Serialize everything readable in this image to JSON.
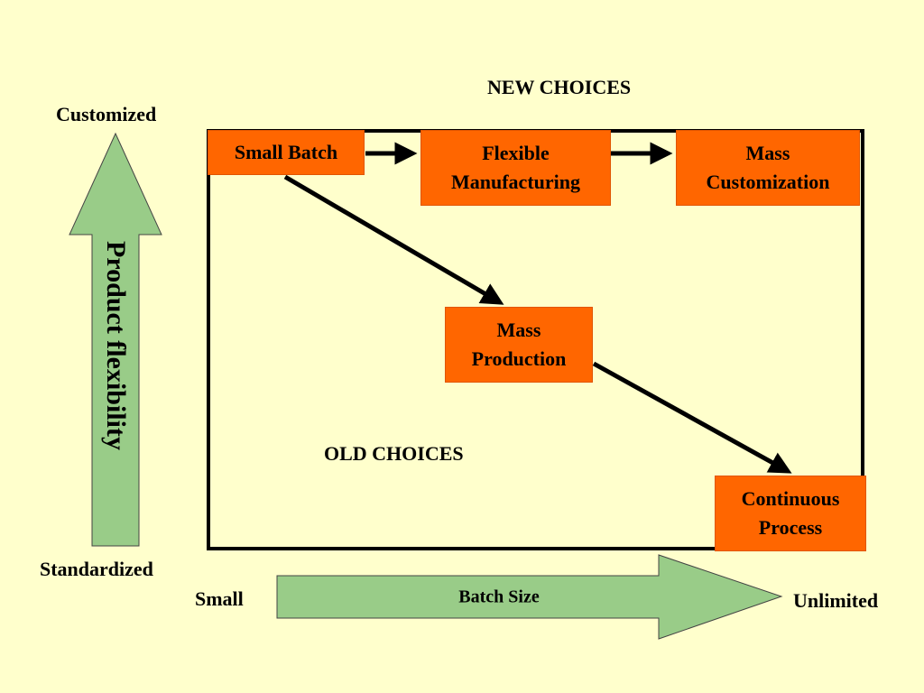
{
  "colors": {
    "background": "#FFFFCC",
    "box_fill": "#FF6600",
    "arrow_fill": "#99CC88"
  },
  "header": {
    "new_choices": "NEW CHOICES",
    "old_choices": "OLD CHOICES"
  },
  "y_axis": {
    "top_label": "Customized",
    "bottom_label": "Standardized",
    "arrow_label": "Product flexibility"
  },
  "x_axis": {
    "left_label": "Small",
    "right_label": "Unlimited",
    "arrow_label": "Batch Size"
  },
  "nodes": {
    "small_batch": "Small Batch",
    "flexible_line1": "Flexible",
    "flexible_line2": "Manufacturing",
    "mass_custom_line1": "Mass",
    "mass_custom_line2": "Customization",
    "mass_prod_line1": "Mass",
    "mass_prod_line2": "Production",
    "continuous_line1": "Continuous",
    "continuous_line2": "Process"
  }
}
